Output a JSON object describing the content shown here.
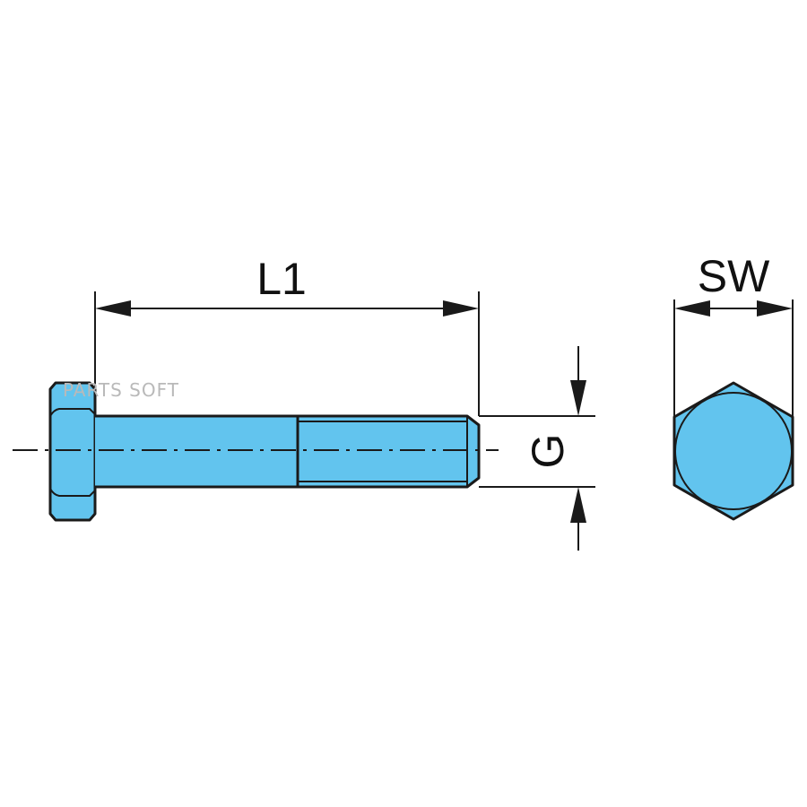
{
  "dimensions": {
    "length_label": "L1",
    "thread_label": "G",
    "wrench_size_label": "SW"
  },
  "watermark": {
    "text": "PARTS SOFT"
  },
  "colors": {
    "part_fill": "#62c4ee",
    "line": "#1a1a1a",
    "background": "#ffffff",
    "watermark": "#b9b9b9"
  }
}
